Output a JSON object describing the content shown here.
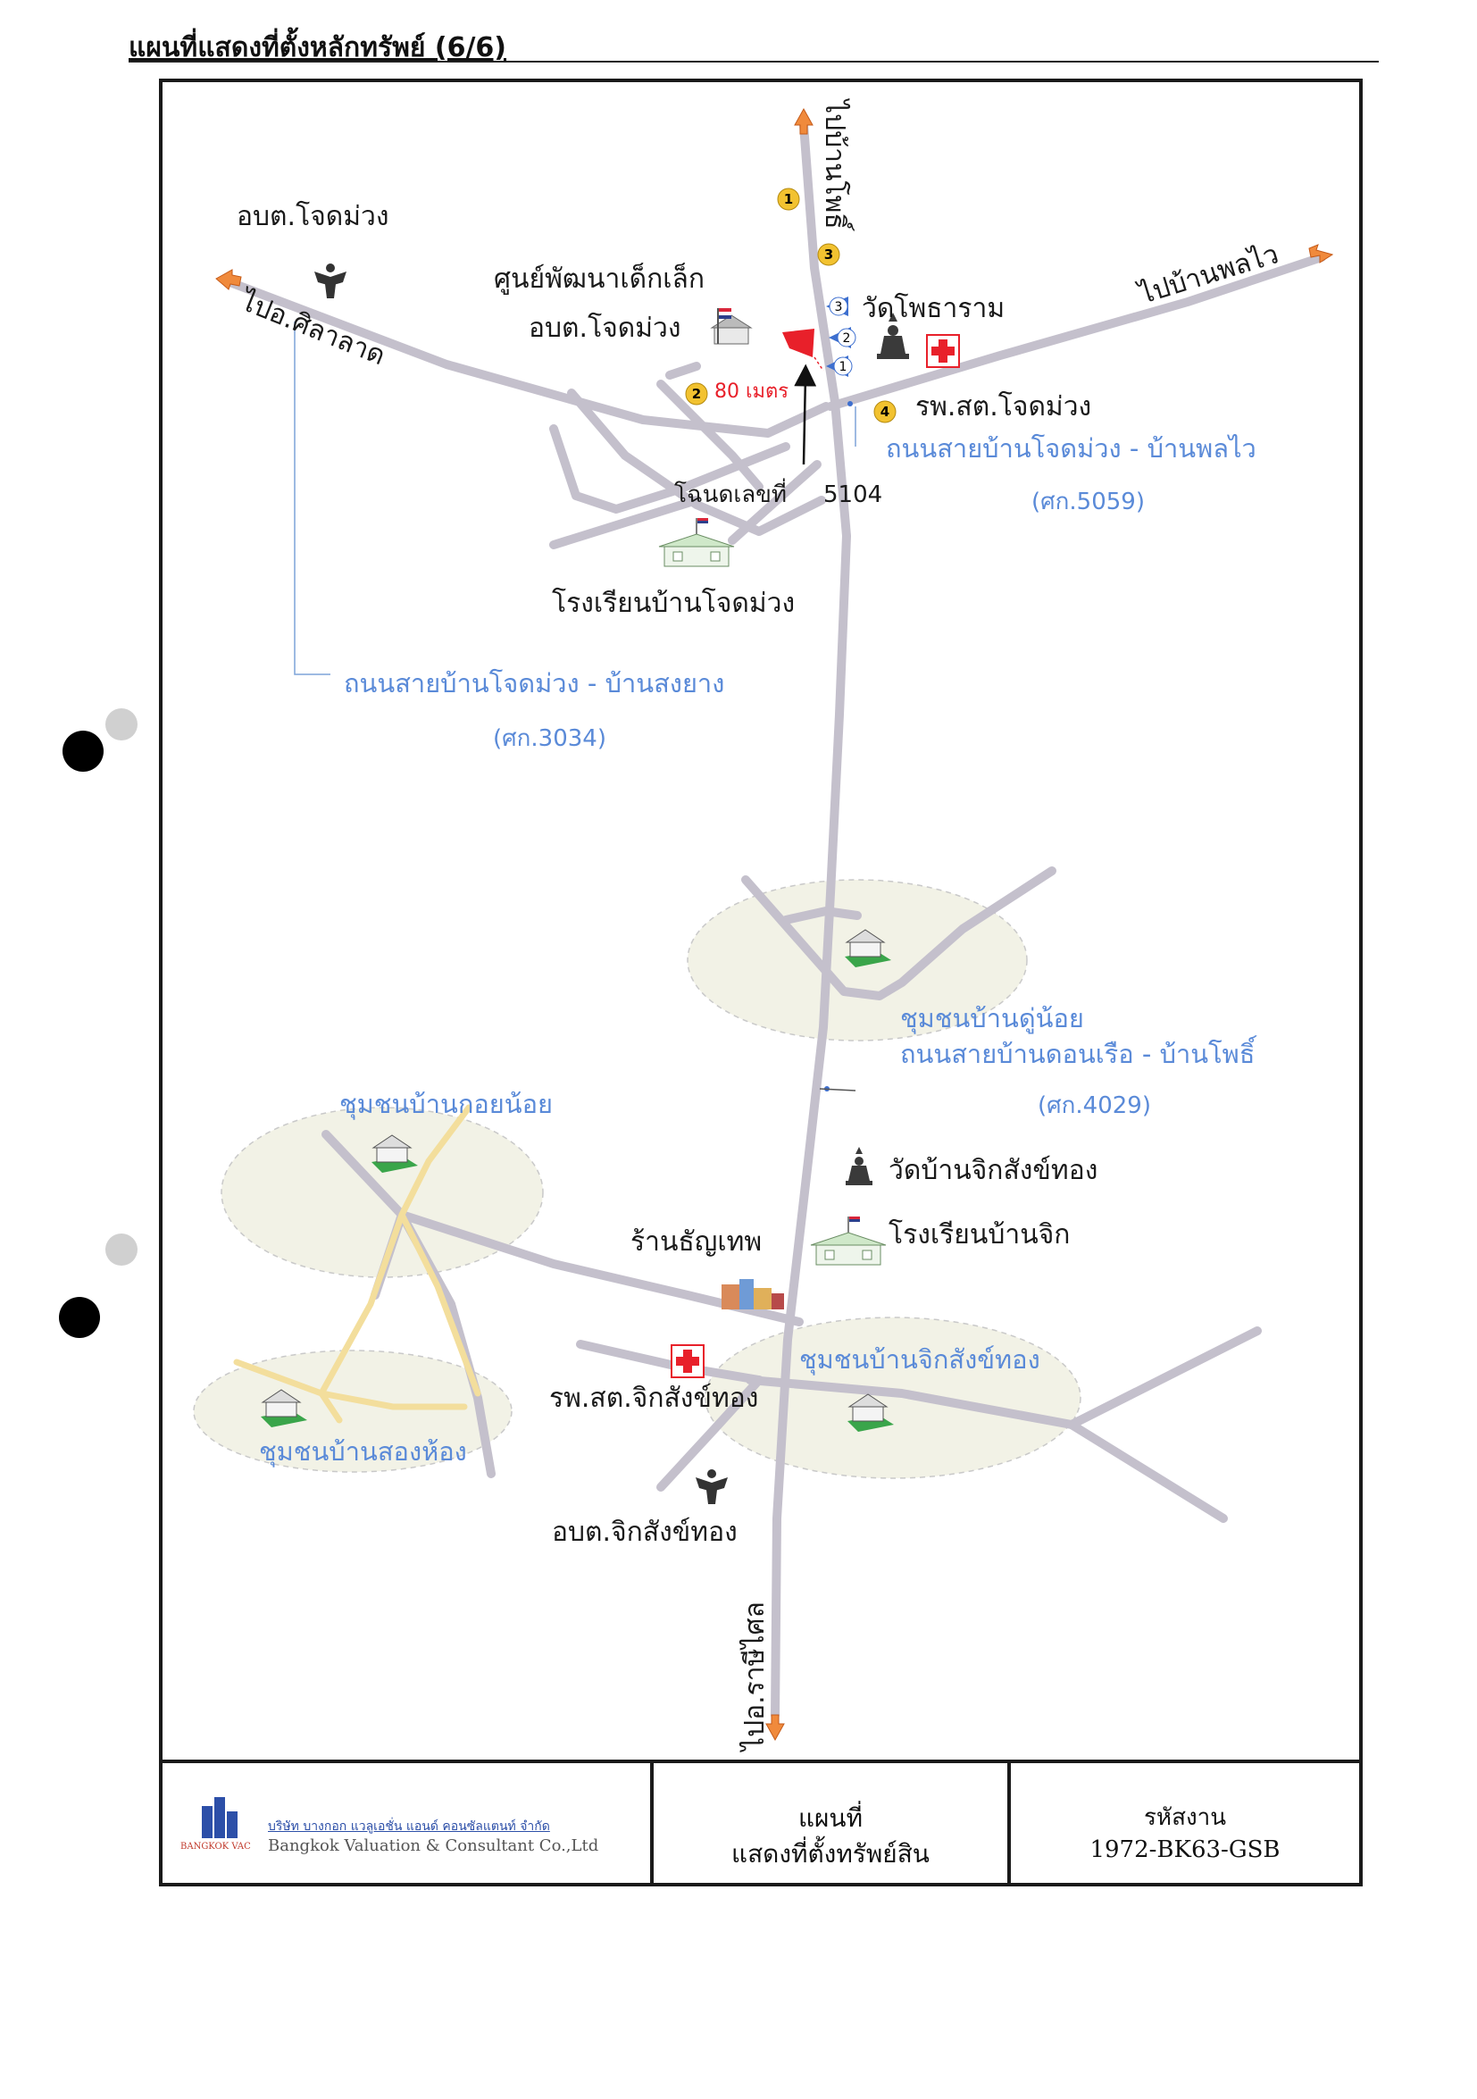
{
  "header": {
    "title": "แผนที่แสดงที่ตั้งหลักทรัพย์ (6/6)"
  },
  "map": {
    "labels": {
      "sao_chotmuang": "อบต.โจดม่วง",
      "to_silalat": "ไปอ.ศิลาลาด",
      "child_center_1": "ศูนย์พัฒนาเด็กเล็ก",
      "child_center_2": "อบต.โจดม่วง",
      "to_ban_pho": "ไปบ้านโพธิ์",
      "to_ban_phon_wai": "ไปบ้านพลไว",
      "wat_pho": "วัดโพธาราม",
      "hospital_chotmuang": "รพ.สต.โจดม่วง",
      "distance": "80 เมตร",
      "deed_label": "โฉนดเลขที่",
      "deed_number": "5104",
      "road_phon_wai": "ถนนสายบ้านโจดม่วง - บ้านพลไว",
      "road_phon_wai_code": "(ศก.5059)",
      "school_chotmuang": "โรงเรียนบ้านโจดม่วง",
      "road_song_yang": "ถนนสายบ้านโจดม่วง - บ้านสงยาง",
      "road_song_yang_code": "(ศก.3034)",
      "community_du_noi": "ชุมชนบ้านดู่น้อย",
      "road_don_ruea": "ถนนสายบ้านดอนเรือ - บ้านโพธิ์",
      "road_don_ruea_code": "(ศก.4029)",
      "community_koi_noi": "ชุมชนบ้านกอยน้อย",
      "wat_chik": "วัดบ้านจิกสังข์ทอง",
      "school_chik": "โรงเรียนบ้านจิก",
      "shop": "ร้านธัญเทพ",
      "community_chik": "ชุมชนบ้านจิกสังข์ทอง",
      "hospital_chik": "รพ.สต.จิกสังข์ทอง",
      "community_song_hong": "ชุมชนบ้านสองห้อง",
      "sao_chik": "อบต.จิกสังข์ทอง",
      "to_rasi_salai": "ไปอ.ราษีไศล"
    },
    "markers": {
      "yellow_1": "1",
      "yellow_2": "2",
      "yellow_3": "3",
      "yellow_4": "4",
      "blue_1": "1",
      "blue_2": "2",
      "blue_3": "3"
    },
    "colors": {
      "road": "#c4c0cc",
      "road_yellow": "#f3de9c",
      "blue_text": "#5a8ad8",
      "marker_yellow": "#f2c230",
      "subject_red": "#e8202a",
      "arrow_orange": "#f08a3c"
    },
    "icons": [
      "garuda-seal-icon",
      "school-flag-icon",
      "temple-buddha-icon",
      "hospital-cross-icon",
      "house-icon",
      "shop-icon",
      "direction-arrow-icon"
    ]
  },
  "title_block": {
    "company_thai": "บริษัท บางกอก แวลูเอชั่น แอนด์ คอนซัลแตนท์ จำกัด",
    "company_en": "Bangkok Valuation & Consultant Co.,Ltd",
    "logo_text": "BANGKOK VAC",
    "map_title_1": "แผนที่",
    "map_title_2": "แสดงที่ตั้งทรัพย์สิน",
    "code_label": "รหัสงาน",
    "code_value": "1972-BK63-GSB"
  }
}
